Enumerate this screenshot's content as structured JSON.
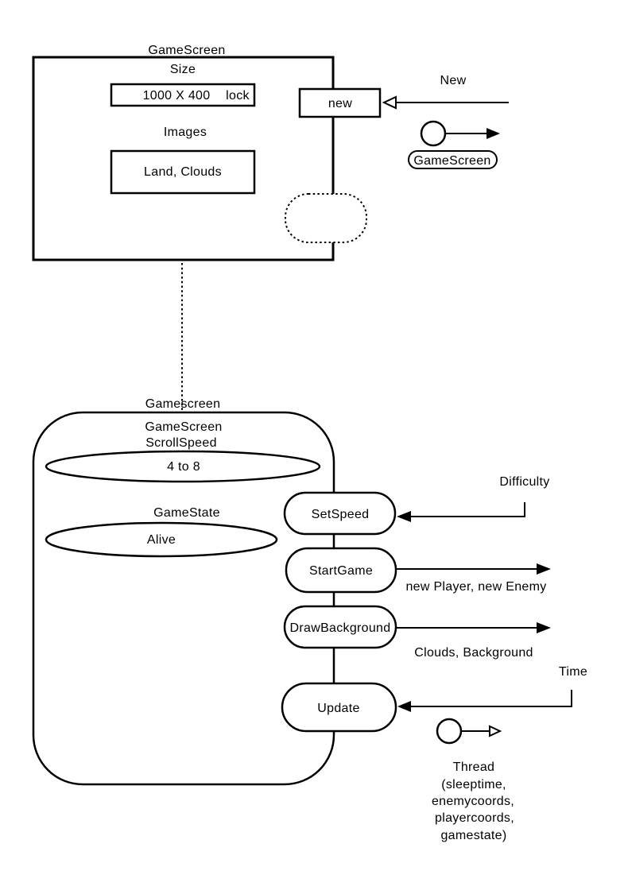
{
  "diagram": {
    "top_box": {
      "title": "GameScreen",
      "size_label": "Size",
      "size_value": "1000 X 400",
      "lock_label": "lock",
      "images_label": "Images",
      "images_value": "Land, Clouds",
      "new_method": "new"
    },
    "new_callout": {
      "label": "New"
    },
    "instance_token": {
      "label": "GameScreen"
    },
    "object_box": {
      "outer_label": "Gamescreen",
      "title_line1": "GameScreen",
      "title_line2": "ScrollSpeed",
      "scrollspeed_value": "4 to 8",
      "gamestate_label": "GameState",
      "gamestate_value": "Alive"
    },
    "methods": [
      "SetSpeed",
      "StartGame",
      "DrawBackground",
      "Update"
    ],
    "callouts": {
      "difficulty": "Difficulty",
      "startgame_out": "new Player, new Enemy",
      "drawbackground_out": "Clouds, Background",
      "time": "Time",
      "thread_lines": [
        "Thread",
        "(sleeptime,",
        "enemycoords,",
        "playercoords,",
        "gamestate)"
      ]
    },
    "colors": {
      "stroke": "#000000",
      "fill": "#ffffff",
      "background": "#ffffff"
    }
  }
}
